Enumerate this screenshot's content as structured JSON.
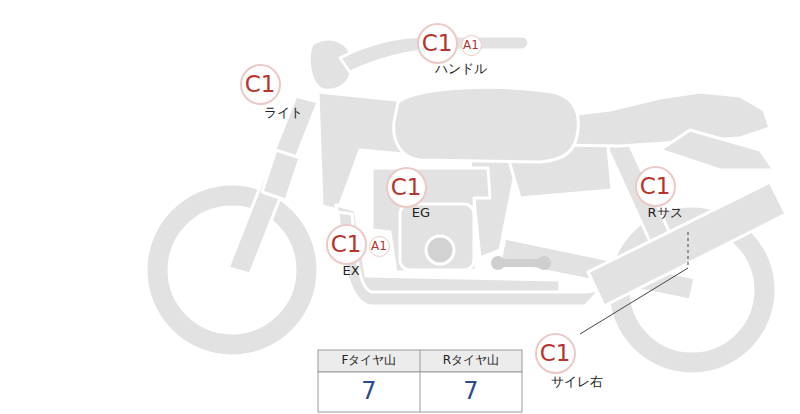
{
  "diagram": {
    "nodes": [
      {
        "text": [
          "C1"
        ]
      },
      {
        "text": [
          "A1"
        ]
      },
      {
        "text": [
          "C1"
        ]
      },
      {
        "text": [
          "C1"
        ]
      },
      {
        "text": [
          "C1"
        ]
      },
      {
        "text": [
          "C1"
        ]
      },
      {
        "text": [
          "A1"
        ]
      },
      {
        "text": [
          "C1"
        ]
      }
    ],
    "labels": [
      "ハンドル",
      "ライト",
      "EG",
      "Rサス",
      "EX",
      "サイレ右",
      "Fタイヤ山",
      "Rタイヤ山",
      "7",
      "7"
    ]
  }
}
